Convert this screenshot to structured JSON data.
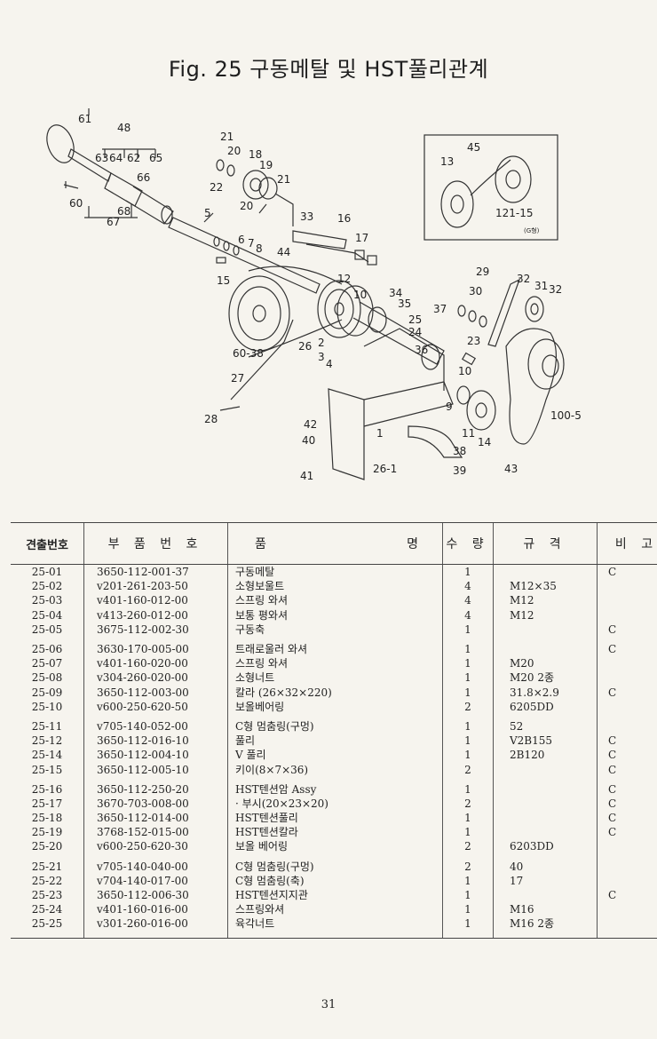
{
  "title": "Fig. 25 구동메탈 및 HST풀리관계",
  "diagram": {
    "labels": [
      "61",
      "48",
      "63",
      "64",
      "62",
      "65",
      "66",
      "60",
      "68",
      "67",
      "5",
      "21",
      "20",
      "18",
      "19",
      "22",
      "21",
      "20",
      "33",
      "16",
      "17",
      "6",
      "7",
      "8",
      "44",
      "15",
      "12",
      "10",
      "34",
      "35",
      "25",
      "24",
      "37",
      "2",
      "3",
      "4",
      "36",
      "29",
      "30",
      "32",
      "31",
      "32",
      "23",
      "10",
      "60-38",
      "26",
      "27",
      "9",
      "42",
      "40",
      "11",
      "14",
      "38",
      "39",
      "1",
      "26-1",
      "28",
      "41",
      "43",
      "100-5",
      "13",
      "45",
      "121-15",
      "(G형)"
    ]
  },
  "table": {
    "headers": {
      "part_id": "견출번호",
      "part_no": "부 품 번 호",
      "name_left": "품",
      "name_right": "명",
      "qty": "수 량",
      "spec": "규 격",
      "remark": "비 고"
    },
    "rows": [
      {
        "id": "25-01",
        "no": "3650-112-001-37",
        "name": "구동메탈",
        "qty": "1",
        "spec": "",
        "remark": "C"
      },
      {
        "id": "25-02",
        "no": "v201-261-203-50",
        "name": "소형보울트",
        "qty": "4",
        "spec": "M12×35",
        "remark": ""
      },
      {
        "id": "25-03",
        "no": "v401-160-012-00",
        "name": "스프링 와셔",
        "qty": "4",
        "spec": "M12",
        "remark": ""
      },
      {
        "id": "25-04",
        "no": "v413-260-012-00",
        "name": "보통 평와셔",
        "qty": "4",
        "spec": "M12",
        "remark": ""
      },
      {
        "id": "25-05",
        "no": "3675-112-002-30",
        "name": "구동축",
        "qty": "1",
        "spec": "",
        "remark": "C"
      },
      {
        "id": "25-06",
        "no": "3630-170-005-00",
        "name": "트래로울러 와셔",
        "qty": "1",
        "spec": "",
        "remark": "C"
      },
      {
        "id": "25-07",
        "no": "v401-160-020-00",
        "name": "스프링 와셔",
        "qty": "1",
        "spec": "M20",
        "remark": ""
      },
      {
        "id": "25-08",
        "no": "v304-260-020-00",
        "name": "소형너트",
        "qty": "1",
        "spec": "M20 2종",
        "remark": ""
      },
      {
        "id": "25-09",
        "no": "3650-112-003-00",
        "name": "칼라 (26×32×220)",
        "qty": "1",
        "spec": "31.8×2.9",
        "remark": "C"
      },
      {
        "id": "25-10",
        "no": "v600-250-620-50",
        "name": "보올베어링",
        "qty": "2",
        "spec": "6205DD",
        "remark": ""
      },
      {
        "id": "25-11",
        "no": "v705-140-052-00",
        "name": "C형 멈춤링(구멍)",
        "qty": "1",
        "spec": "52",
        "remark": ""
      },
      {
        "id": "25-12",
        "no": "3650-112-016-10",
        "name": "풀리",
        "qty": "1",
        "spec": "V2B155",
        "remark": "C"
      },
      {
        "id": "25-14",
        "no": "3650-112-004-10",
        "name": "V 풀리",
        "qty": "1",
        "spec": "2B120",
        "remark": "C"
      },
      {
        "id": "25-15",
        "no": "3650-112-005-10",
        "name": "키이(8×7×36)",
        "qty": "2",
        "spec": "",
        "remark": "C"
      },
      {
        "id": "25-16",
        "no": "3650-112-250-20",
        "name": "HST텐션암 Assy",
        "qty": "1",
        "spec": "",
        "remark": "C"
      },
      {
        "id": "25-17",
        "no": "3670-703-008-00",
        "name": "· 부시(20×23×20)",
        "qty": "2",
        "spec": "",
        "remark": "C"
      },
      {
        "id": "25-18",
        "no": "3650-112-014-00",
        "name": "HST텐션풀리",
        "qty": "1",
        "spec": "",
        "remark": "C"
      },
      {
        "id": "25-19",
        "no": "3768-152-015-00",
        "name": "HST텐션칼라",
        "qty": "1",
        "spec": "",
        "remark": "C"
      },
      {
        "id": "25-20",
        "no": "v600-250-620-30",
        "name": "보올 베어링",
        "qty": "2",
        "spec": "6203DD",
        "remark": ""
      },
      {
        "id": "25-21",
        "no": "v705-140-040-00",
        "name": "C형 멈춤링(구멍)",
        "qty": "2",
        "spec": "40",
        "remark": ""
      },
      {
        "id": "25-22",
        "no": "v704-140-017-00",
        "name": "C형 멈춤링(축)",
        "qty": "1",
        "spec": "17",
        "remark": ""
      },
      {
        "id": "25-23",
        "no": "3650-112-006-30",
        "name": "HST텐션지지관",
        "qty": "1",
        "spec": "",
        "remark": "C"
      },
      {
        "id": "25-24",
        "no": "v401-160-016-00",
        "name": "스프링와셔",
        "qty": "1",
        "spec": "M16",
        "remark": ""
      },
      {
        "id": "25-25",
        "no": "v301-260-016-00",
        "name": "육각너트",
        "qty": "1",
        "spec": "M16 2종",
        "remark": ""
      }
    ]
  },
  "page_number": "31"
}
